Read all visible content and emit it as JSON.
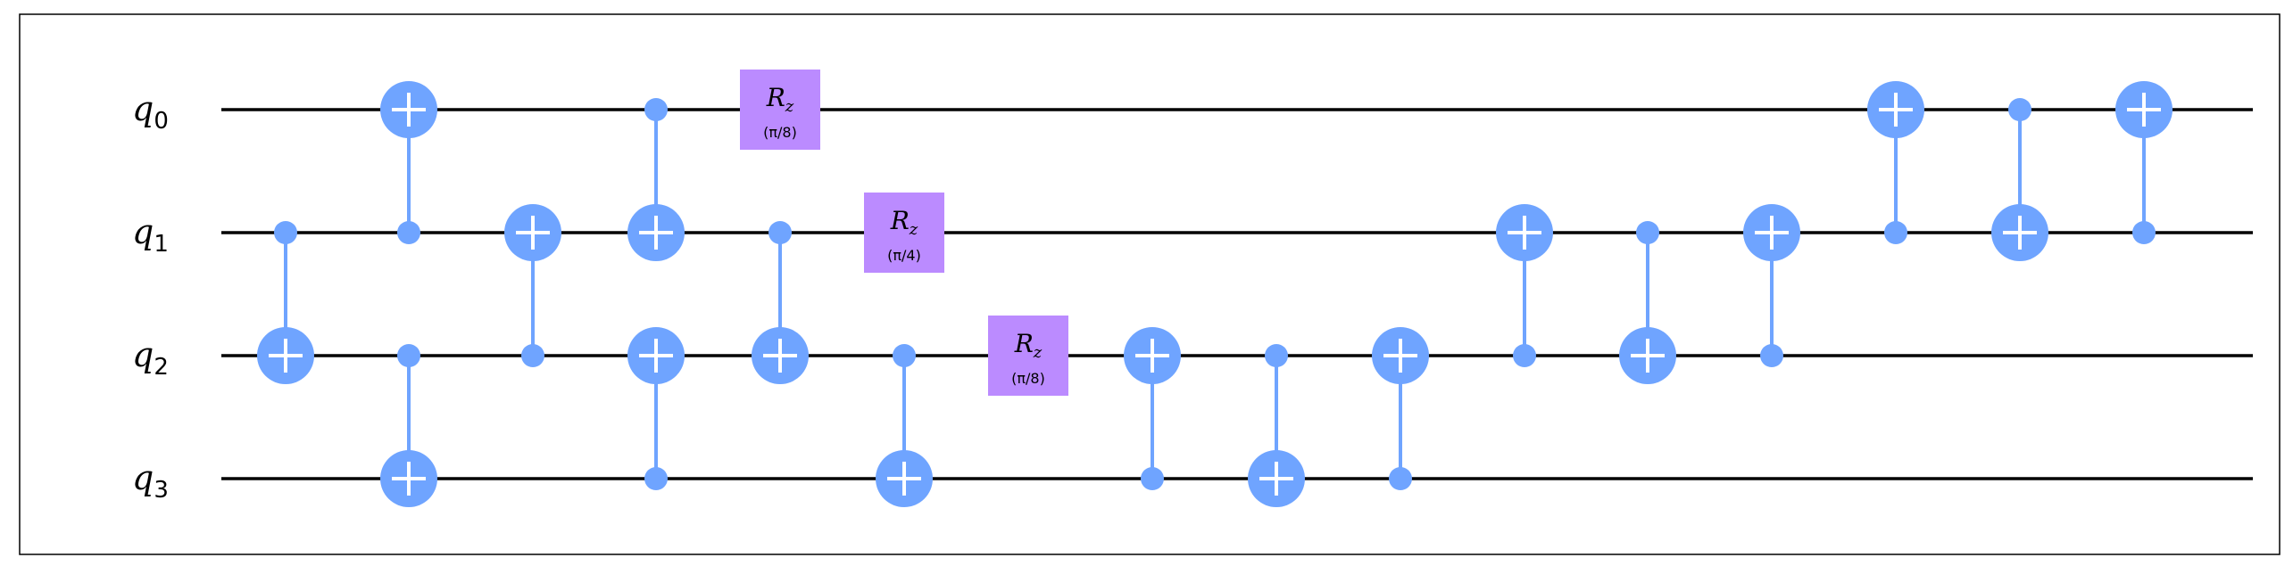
{
  "colors": {
    "cnot": "#6fa4ff",
    "rz_gate": "#bb8bff",
    "wire": "#000000",
    "frame": "#000000"
  },
  "qubits": [
    {
      "name": "q",
      "index": "0"
    },
    {
      "name": "q",
      "index": "1"
    },
    {
      "name": "q",
      "index": "2"
    },
    {
      "name": "q",
      "index": "3"
    }
  ],
  "gates": [
    {
      "type": "cx",
      "column": 0,
      "control": 1,
      "target": 2
    },
    {
      "type": "cx",
      "column": 1,
      "control": 1,
      "target": 0
    },
    {
      "type": "cx",
      "column": 1,
      "control": 2,
      "target": 3
    },
    {
      "type": "cx",
      "column": 2,
      "control": 2,
      "target": 1
    },
    {
      "type": "cx",
      "column": 3,
      "control": 0,
      "target": 1
    },
    {
      "type": "cx",
      "column": 3,
      "control": 3,
      "target": 2
    },
    {
      "type": "rz",
      "column": 4,
      "qubit": 0,
      "symbol": "R",
      "subscript": "z",
      "param": "(π/8)"
    },
    {
      "type": "cx",
      "column": 4,
      "control": 1,
      "target": 2
    },
    {
      "type": "rz",
      "column": 5,
      "qubit": 1,
      "symbol": "R",
      "subscript": "z",
      "param": "(π/4)"
    },
    {
      "type": "cx",
      "column": 5,
      "control": 2,
      "target": 3
    },
    {
      "type": "rz",
      "column": 6,
      "qubit": 2,
      "symbol": "R",
      "subscript": "z",
      "param": "(π/8)"
    },
    {
      "type": "cx",
      "column": 7,
      "control": 3,
      "target": 2
    },
    {
      "type": "cx",
      "column": 8,
      "control": 2,
      "target": 3
    },
    {
      "type": "cx",
      "column": 9,
      "control": 3,
      "target": 2
    },
    {
      "type": "cx",
      "column": 10,
      "control": 2,
      "target": 1
    },
    {
      "type": "cx",
      "column": 11,
      "control": 1,
      "target": 2
    },
    {
      "type": "cx",
      "column": 12,
      "control": 2,
      "target": 1
    },
    {
      "type": "cx",
      "column": 13,
      "control": 1,
      "target": 0
    },
    {
      "type": "cx",
      "column": 14,
      "control": 0,
      "target": 1
    },
    {
      "type": "cx",
      "column": 15,
      "control": 1,
      "target": 0
    }
  ]
}
